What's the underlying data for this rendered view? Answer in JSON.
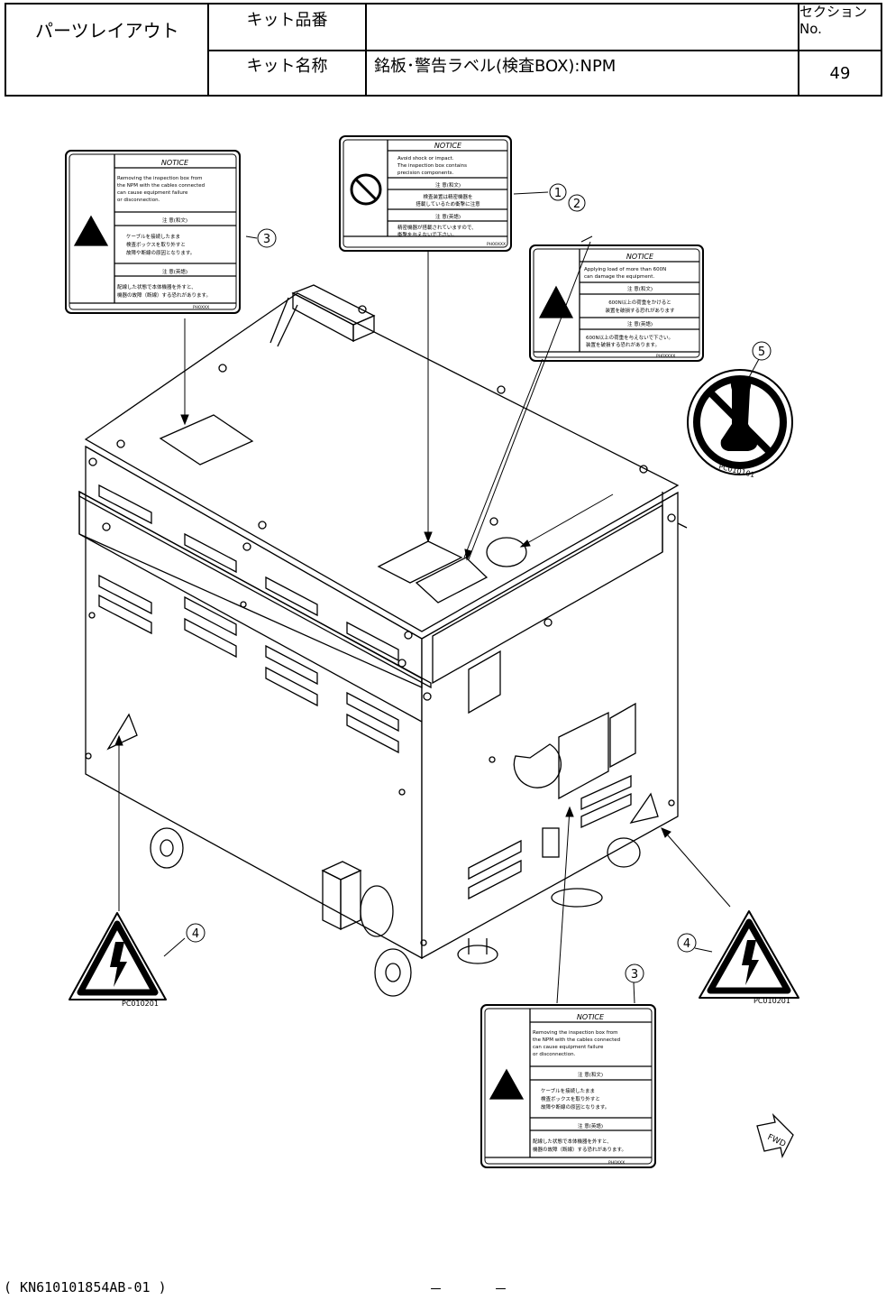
{
  "title_block": {
    "layout_label": "パーツレイアウト",
    "kit_number_label": "キット品番",
    "kit_number_value": "",
    "kit_name_label": "キット名称",
    "kit_name_value": "銘板･警告ラベル(検査BOX):NPM",
    "section_label": "セクションNo.",
    "section_value": "49"
  },
  "callouts": [
    "1",
    "2",
    "3",
    "4",
    "5"
  ],
  "labels": {
    "notice_title": "NOTICE",
    "label1": {
      "lines_en": [
        "Avoid shock or impact.",
        "The inspection box contains",
        "precision components."
      ],
      "jp_head1": "注 意(和文)",
      "jp_lines1": [
        "検査装置は精密機器を",
        "搭載しているため衝撃に注意"
      ],
      "jp_head2": "注 意(英語)",
      "jp_lines2": [
        "精密機器が搭載されていますので、",
        "衝撃を与えないで下さい。"
      ],
      "code": "PH00XXX"
    },
    "label2": {
      "lines_en": [
        "Applying load of more than 600N",
        "can damage the equipment."
      ],
      "jp_head1": "注 意(和文)",
      "jp_lines1": [
        "600N以上の荷重をかけると",
        "装置を破損する恐れがあります"
      ],
      "jp_head2": "注 意(英語)",
      "jp_lines2": [
        "600N以上の荷重を与えないで下さい。",
        "装置を破損する恐れがあります。"
      ],
      "code": "PH0XXXX"
    },
    "label3": {
      "lines_en": [
        "Removing the inspection box from",
        "the NPM with the cables connected",
        "can cause equipment failure",
        "or disconnection."
      ],
      "jp_head1": "注 意(和文)",
      "jp_lines1": [
        "ケーブルを接続したまま",
        "検査ボックスを取り外すと",
        "故障や断線の原因となります。"
      ],
      "jp_head2": "注 意(英語)",
      "jp_lines2": [
        "配線した状態で本体機器を外すと、",
        "機器の故障（断線）する恐れがあります。"
      ],
      "code": "PH0XXX"
    },
    "label4_code": "PC010201",
    "label5_code": "PC010101"
  },
  "fwd_label": "FWD",
  "footer": {
    "doc_code": "( KN610101854AB-01 )",
    "dash1": "－",
    "dash2": "－"
  },
  "colors": {
    "line": "#000000",
    "background": "#ffffff"
  }
}
